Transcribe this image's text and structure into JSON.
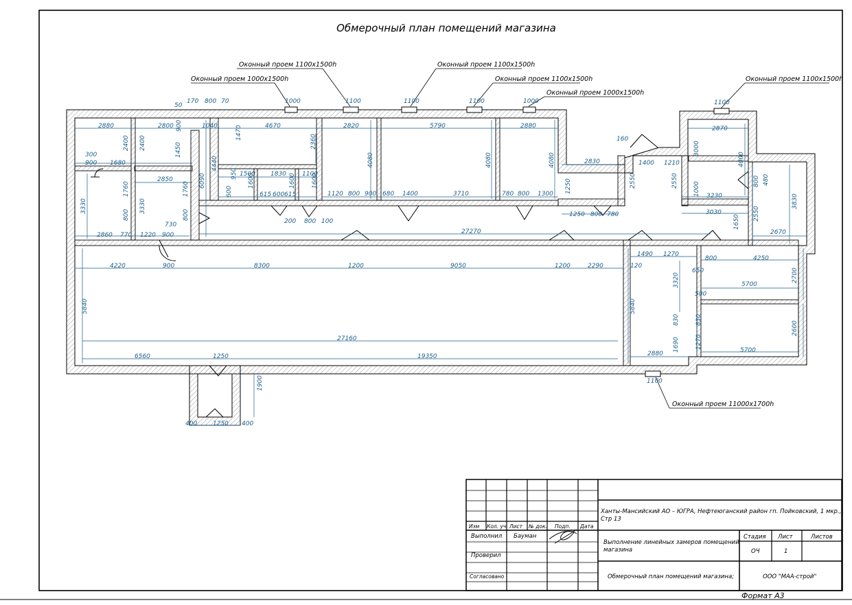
{
  "drawing": {
    "title": "Обмерочный план помещений магазина",
    "window_notes": {
      "n1": "Оконный проем 1100x1500h",
      "n2": "Оконный проем 1000x1500h",
      "n3": "Оконный проем 1100x1500h",
      "n4": "Оконный проем 1100x1500h",
      "n5": "Оконный проем 1000x1500h",
      "n6": "Оконный проем 1100x1500h",
      "n7": "Оконный проем 11000x1700h"
    },
    "dimensions": {
      "h": [
        "170",
        "800",
        "70",
        "50",
        "1000",
        "1100",
        "1100",
        "1100",
        "1000",
        "1100",
        "2880",
        "2800",
        "1040",
        "4670",
        "2820",
        "5790",
        "2880",
        "2870",
        "900",
        "1680",
        "300",
        "2850",
        "1500",
        "1830",
        "1100",
        "615",
        "600",
        "615",
        "200",
        "800",
        "100",
        "1120",
        "800",
        "900",
        "680",
        "1400",
        "3710",
        "780",
        "800",
        "1300",
        "2830",
        "1250",
        "800",
        "780",
        "160",
        "1400",
        "1210",
        "3230",
        "3030",
        "2860",
        "770",
        "1220",
        "900",
        "730",
        "27270",
        "2670",
        "4220",
        "900",
        "8300",
        "1200",
        "9050",
        "1200",
        "2290",
        "1490",
        "1270",
        "800",
        "4250",
        "5700",
        "27160",
        "6560",
        "1250",
        "19350",
        "2880",
        "5700",
        "1100",
        "400",
        "1250",
        "400",
        "120",
        "650",
        "500"
      ],
      "v": [
        "900",
        "2400",
        "2400",
        "1450",
        "4440",
        "1470",
        "2360",
        "4080",
        "4080",
        "4080",
        "3000",
        "4000",
        "3330",
        "1760",
        "1760",
        "3330",
        "800",
        "800",
        "6090",
        "950",
        "1600",
        "1600",
        "1600",
        "600",
        "1250",
        "2550",
        "2550",
        "1000",
        "800",
        "480",
        "3830",
        "2550",
        "1650",
        "3320",
        "2700",
        "5840",
        "5840",
        "830",
        "830",
        "1690",
        "1270",
        "2600",
        "1900"
      ]
    }
  },
  "title_block": {
    "col_headers": {
      "izm": "Изм",
      "kol": "Кол. уч",
      "list": "Лист",
      "ndoc": "№ док.",
      "podp": "Подп.",
      "data": "Дата"
    },
    "rows": {
      "vypolnil": "Выполнил",
      "author": "Бауман",
      "proveril": "Проверил",
      "soglasovano": "Согласовано"
    },
    "address": "Ханты-Мансийский АО – ЮГРА, Нефтеюганский район гп. Пойковский, 1 мкр., Стр 13",
    "work_title": "Выполнение линейных замеров помещений магазина",
    "stage_label": "Стадия",
    "sheet_label": "Лист",
    "sheets_label": "Листов",
    "stage_value": "ОЧ",
    "sheet_value": "1",
    "sheet_name": "Обмерочный план помещений магазина;",
    "company": "ООО \"МАА-строй\"",
    "format": "Формат А3"
  }
}
